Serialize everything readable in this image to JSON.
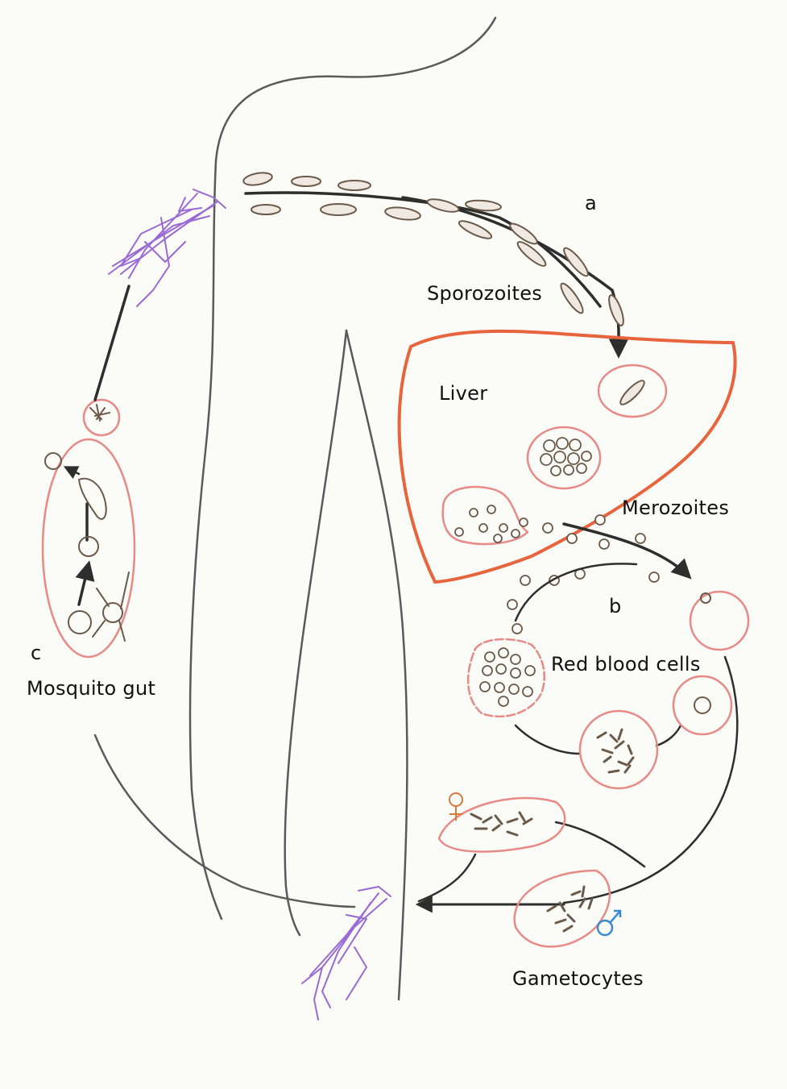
{
  "labels": {
    "stage_a": "a",
    "stage_b": "b",
    "stage_c": "c",
    "sporozoites": "Sporozoites",
    "liver": "Liver",
    "merozoites": "Merozoites",
    "red_blood_cells": "Red blood cells",
    "mosquito_gut": "Mosquito gut",
    "gametocytes": "Gametocytes"
  },
  "symbols": {
    "female": "♀",
    "male": "♂"
  },
  "colors": {
    "body_outline": "#5a5a5a",
    "arrow": "#2e2e2e",
    "liver_outline": "#e8643c",
    "cell_outline": "#e88a86",
    "parasite": "#6b5a4a",
    "mosquito": "#9a6ad6",
    "female_symbol": "#d87a3a",
    "male_symbol": "#3a8ad6",
    "background": "#fbfbf8"
  },
  "icons": [
    "mosquito-icon",
    "female-symbol",
    "male-symbol"
  ]
}
